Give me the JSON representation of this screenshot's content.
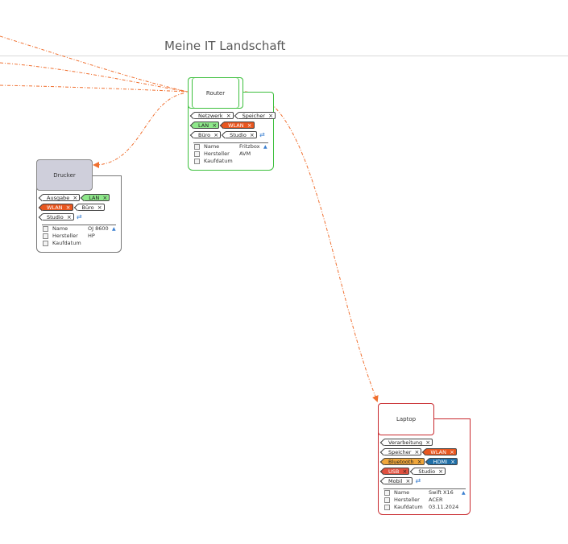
{
  "page": {
    "title": "Meine IT Landschaft"
  },
  "colors": {
    "link": "#f07030",
    "router": "#3cbf3c",
    "drucker": "#777777",
    "laptop": "#c8282d"
  },
  "nodes": {
    "router": {
      "name": "Router",
      "tags": [
        [
          {
            "label": "Netzwerk",
            "style": "plain"
          },
          {
            "label": "Speicher",
            "style": "plain"
          }
        ],
        [
          {
            "label": "LAN",
            "style": "lan"
          },
          {
            "label": "WLAN",
            "style": "wlan"
          }
        ],
        [
          {
            "label": "Büro",
            "style": "plain"
          },
          {
            "label": "Studio",
            "style": "plain"
          }
        ]
      ],
      "props": [
        {
          "key": "Name",
          "value": "Fritzbox"
        },
        {
          "key": "Hersteller",
          "value": "AVM"
        },
        {
          "key": "Kaufdatum",
          "value": ""
        }
      ]
    },
    "drucker": {
      "name": "Drucker",
      "tags": [
        [
          {
            "label": "Ausgabe",
            "style": "plain"
          },
          {
            "label": "LAN",
            "style": "lan"
          }
        ],
        [
          {
            "label": "WLAN",
            "style": "wlan"
          },
          {
            "label": "Büro",
            "style": "plain"
          }
        ],
        [
          {
            "label": "Studio",
            "style": "plain"
          }
        ]
      ],
      "props": [
        {
          "key": "Name",
          "value": "OJ 8600"
        },
        {
          "key": "Hersteller",
          "value": "HP"
        },
        {
          "key": "Kaufdatum",
          "value": ""
        }
      ]
    },
    "laptop": {
      "name": "Laptop",
      "tags": [
        [
          {
            "label": "Verarbeitung",
            "style": "plain"
          }
        ],
        [
          {
            "label": "Speicher",
            "style": "plain"
          },
          {
            "label": "WLAN",
            "style": "wlan"
          }
        ],
        [
          {
            "label": "Bluetooth",
            "style": "bt"
          },
          {
            "label": "HDMI",
            "style": "hdmi"
          }
        ],
        [
          {
            "label": "USB",
            "style": "usb"
          },
          {
            "label": "Studio",
            "style": "plain"
          }
        ],
        [
          {
            "label": "Mobil",
            "style": "plain"
          }
        ]
      ],
      "props": [
        {
          "key": "Name",
          "value": "Swift X16"
        },
        {
          "key": "Hersteller",
          "value": "ACER"
        },
        {
          "key": "Kaufdatum",
          "value": "03.11.2024"
        }
      ]
    }
  }
}
